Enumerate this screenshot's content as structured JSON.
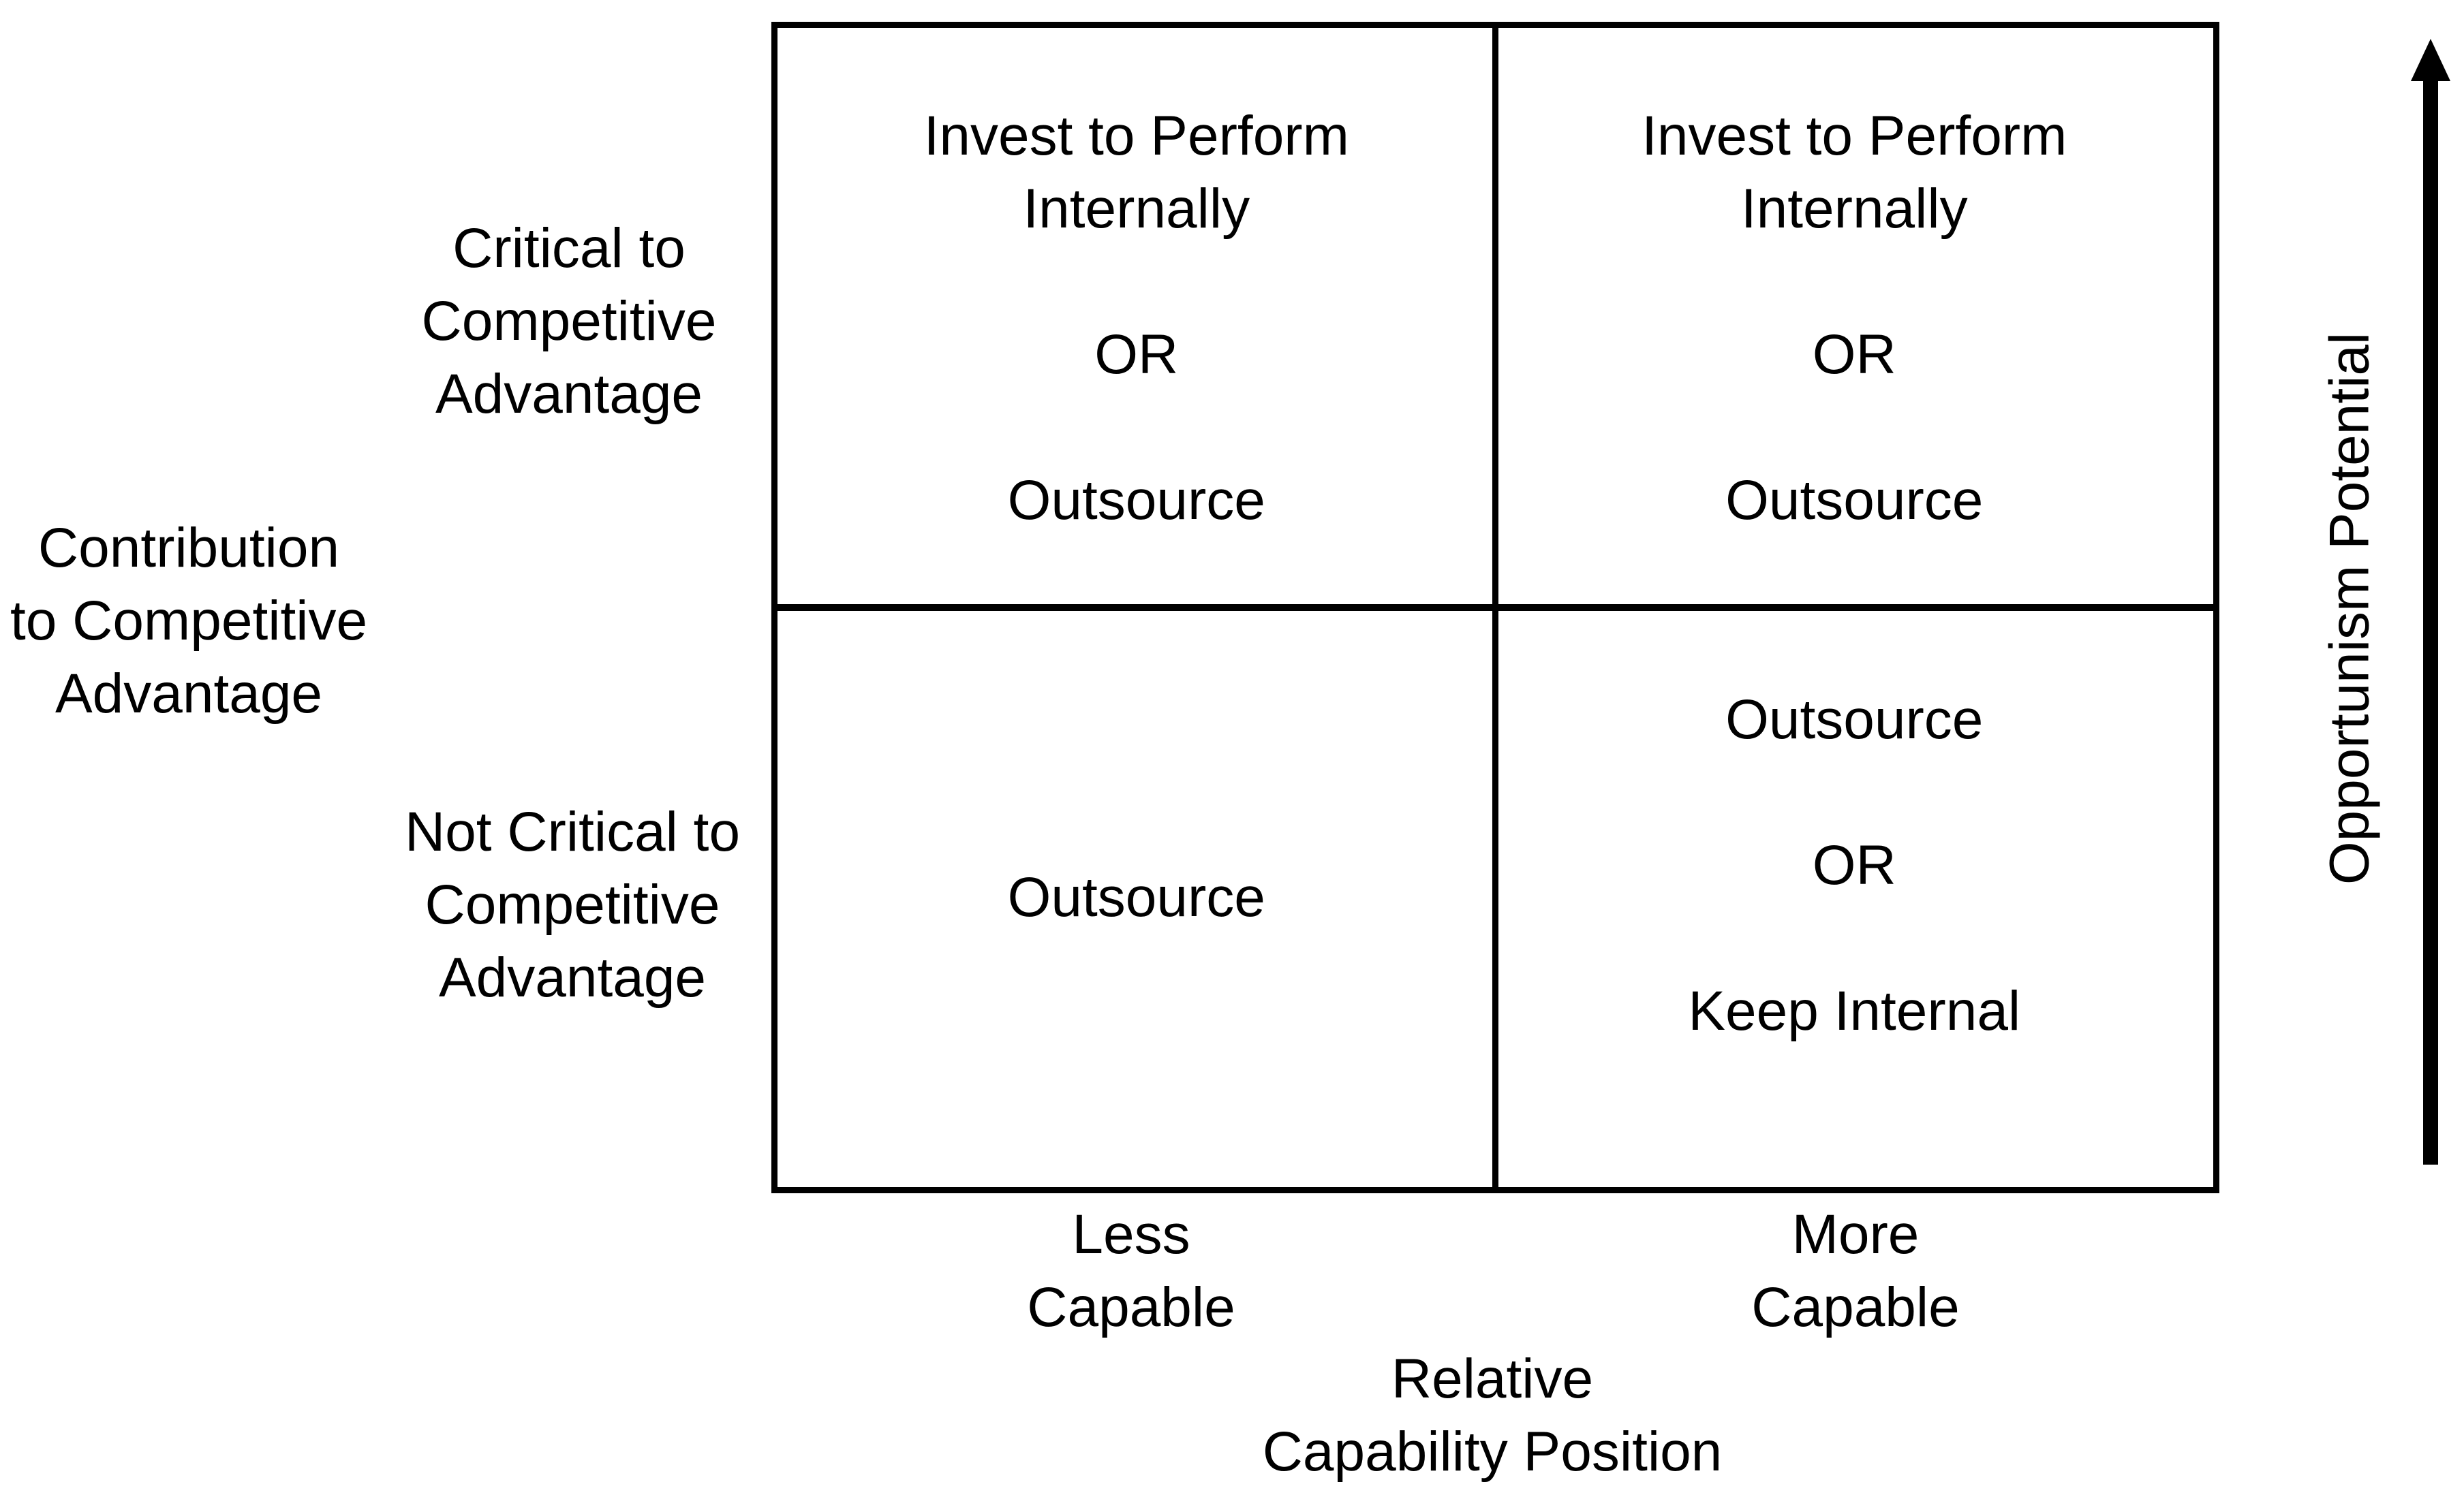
{
  "colors": {
    "ink": "#000000",
    "background": "#ffffff"
  },
  "matrix": {
    "top_left": "Invest to Perform\nInternally\n\nOR\n\nOutsource",
    "top_right": "Invest to Perform\nInternally\n\nOR\n\nOutsource",
    "bottom_left": "Outsource",
    "bottom_right": "Outsource\n\nOR\n\nKeep Internal"
  },
  "y_axis": {
    "title": "Contribution\nto Competitive\nAdvantage",
    "top_label": "Critical to\nCompetitive\nAdvantage",
    "bottom_label": "Not Critical to\nCompetitive\nAdvantage"
  },
  "x_axis": {
    "title": "Relative\nCapability Position",
    "left_label": "Less\nCapable",
    "right_label": "More\nCapable"
  },
  "right_axis": {
    "label": "Opportunism Potential",
    "arrow_icon": "up-arrow"
  }
}
